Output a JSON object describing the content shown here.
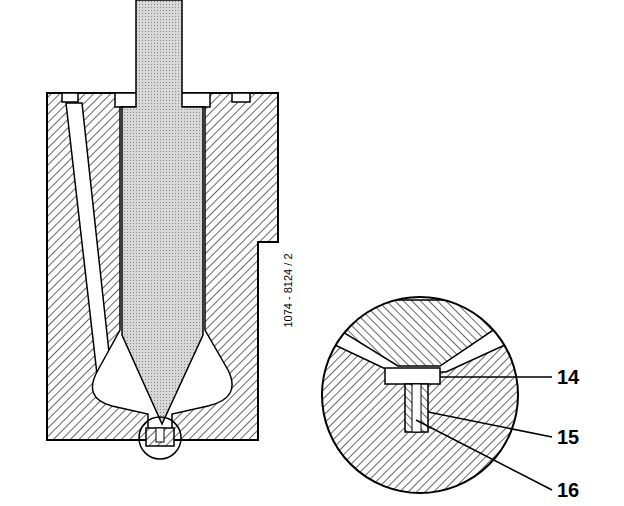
{
  "diagram": {
    "labels": [
      "1074 - 8124 / 2",
      "14",
      "15",
      "16"
    ]
  }
}
